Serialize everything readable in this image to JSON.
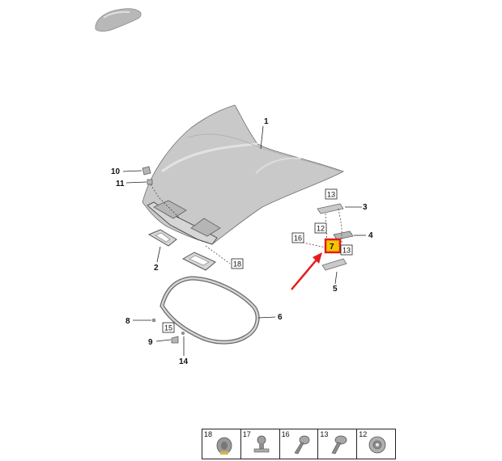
{
  "callouts": {
    "c1": "1",
    "c2": "2",
    "c3": "3",
    "c4": "4",
    "c5": "5",
    "c6": "6",
    "c7": "7",
    "c8": "8",
    "c9": "9",
    "c10": "10",
    "c11": "11",
    "c14": "14"
  },
  "boxed_refs": {
    "b18": "18",
    "b13a": "13",
    "b12": "12",
    "b16": "16",
    "b13b": "13",
    "b15": "15"
  },
  "legend": {
    "cells": [
      "18",
      "17",
      "16",
      "13",
      "12"
    ]
  },
  "highlight": {
    "color": "#e31d1d",
    "fill": "#f5c400"
  },
  "icons": {
    "vehicle": "car-silhouette-icon",
    "arrow": "red-pointer-arrow-icon"
  }
}
